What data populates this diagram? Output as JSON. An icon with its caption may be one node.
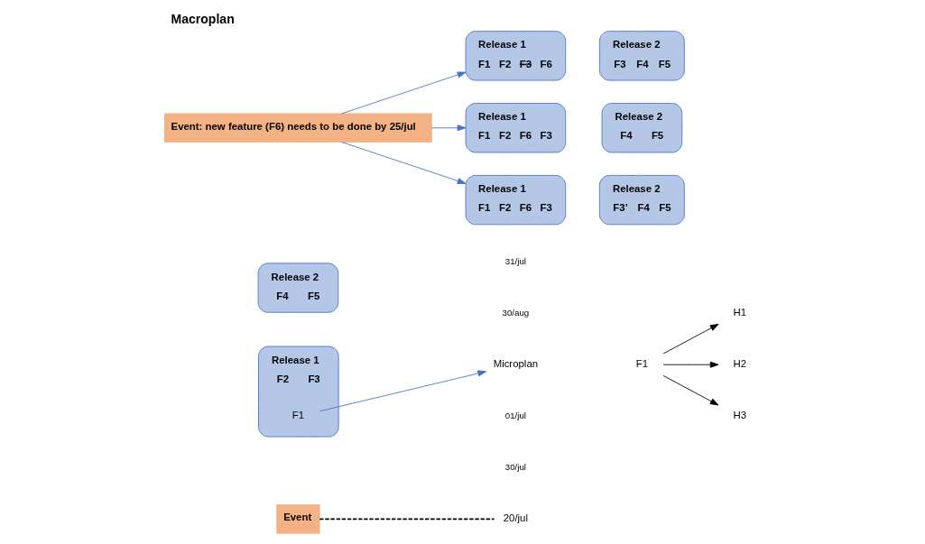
{
  "diagram": {
    "title": "Macroplan",
    "nodes": [
      {
        "text": [
          "Event"
        ]
      },
      {
        "text": [
          "Release 1",
          "F2",
          "F3"
        ]
      },
      {
        "text": [
          "F1"
        ],
        "in": 1
      },
      {
        "text": [
          "20/jul"
        ]
      },
      {
        "text": [
          "Release 2",
          "F4",
          "F5"
        ]
      },
      {
        "text": [
          "Microplan"
        ]
      },
      {
        "text": [
          "F1"
        ]
      },
      {
        "text": [
          "H1"
        ]
      },
      {
        "text": [
          "H2"
        ]
      },
      {
        "text": [
          "H3"
        ]
      },
      {
        "text": [
          "Event: new feature (F6) needs to be done by 25/jul"
        ]
      },
      {
        "text": [
          "Release 1",
          "F1",
          "F2",
          "F3",
          "F6"
        ]
      },
      {
        "text": [
          "Release 2",
          "F3",
          "F4",
          "F5"
        ]
      },
      {
        "text": [
          "Release 1",
          "F1",
          "F2",
          "F6",
          "F3"
        ]
      },
      {
        "text": [
          "Release 2",
          "F4",
          "F5"
        ]
      },
      {
        "text": [
          "Release 1",
          "F1",
          "F2",
          "F6",
          "F3"
        ]
      },
      {
        "text": [
          "Release 2",
          "F3’",
          "F4",
          "F5"
        ]
      }
    ],
    "edges": [
      {
        "from": 0,
        "to": 3,
        "arrow": "none",
        "style": "dashed",
        "color": "#000000"
      },
      {
        "from": 2,
        "to": 5,
        "arrow": "to",
        "color": "#4472c4"
      },
      {
        "from": 6,
        "to": 7,
        "arrow": "to",
        "color": "#000000"
      },
      {
        "from": 6,
        "to": 8,
        "arrow": "to",
        "color": "#000000"
      },
      {
        "from": 6,
        "to": 9,
        "arrow": "to",
        "color": "#000000"
      },
      {
        "from": 10,
        "to": 11,
        "arrow": "to",
        "color": "#4472c4"
      },
      {
        "from": 10,
        "to": 13,
        "arrow": "to",
        "color": "#4472c4"
      },
      {
        "from": 10,
        "to": 15,
        "arrow": "to",
        "color": "#4472c4"
      }
    ],
    "labels": [
      "01/jul",
      "30/jul",
      "31/jul",
      "30/aug"
    ]
  }
}
